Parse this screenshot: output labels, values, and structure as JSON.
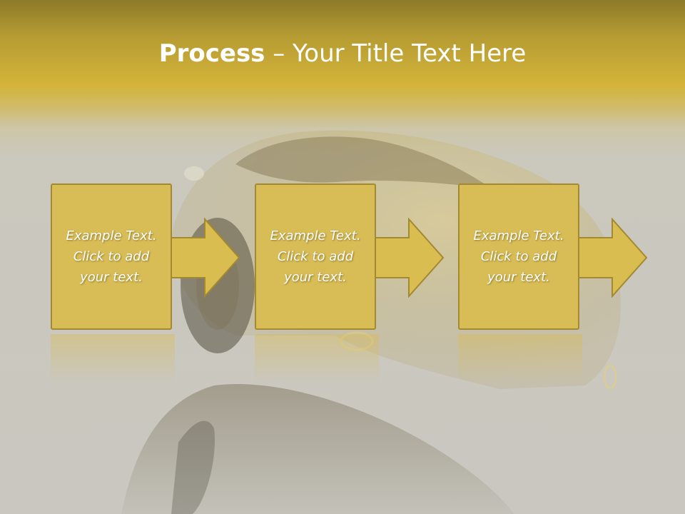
{
  "title": {
    "bold": "Process",
    "rest": " – Your Title Text Here"
  },
  "steps": [
    {
      "text": "Example Text. Click  to add your text."
    },
    {
      "text": "Example Text. Click  to add your text."
    },
    {
      "text": "Example Text. Click  to add your text."
    }
  ],
  "colors": {
    "box_fill": "#d8bd57",
    "box_border": "#a3892f",
    "arrow_fill": "#dabd50",
    "header_gold": "#d4b43a",
    "background_gray": "#c9c7c0"
  },
  "background_image": "sports-car-wireframe"
}
